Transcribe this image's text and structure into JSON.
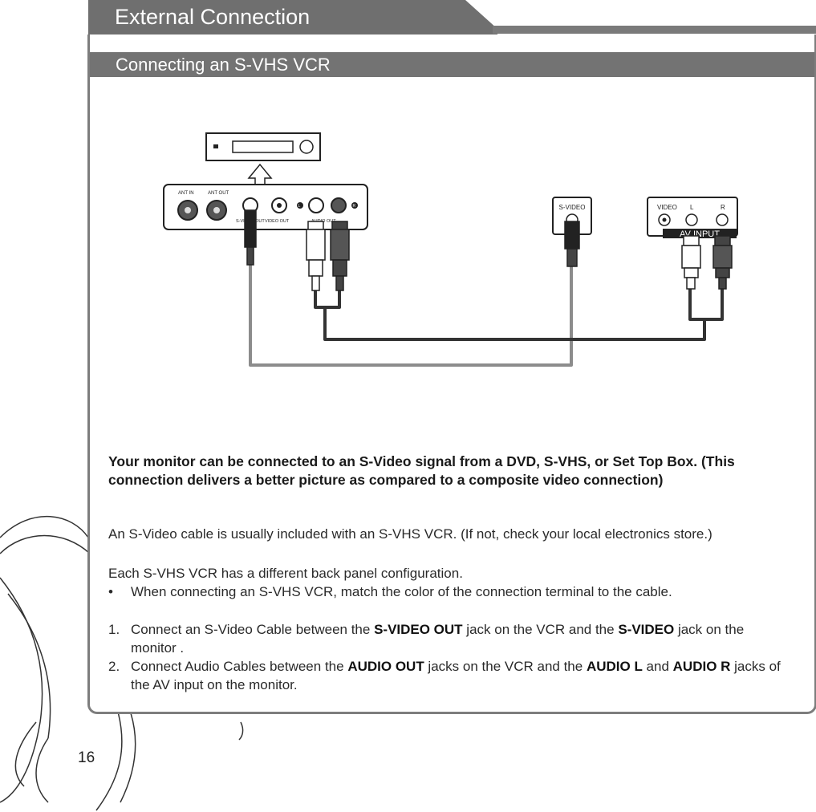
{
  "header": {
    "title": "External Connection"
  },
  "subheader": {
    "title": "Connecting an S-VHS VCR"
  },
  "diagram": {
    "vcr_panel": {
      "ant_in": "ANT IN",
      "ant_out": "ANT OUT",
      "svideo_out": "S-VIDEO OUT",
      "video_out": "VIDEO OUT",
      "audio_out": "AUDIO OUT",
      "l": "L",
      "r": "R"
    },
    "monitor_svideo": "S-VIDEO",
    "monitor_av": {
      "video": "VIDEO",
      "l": "L",
      "r": "R",
      "title": "AV INPUT"
    }
  },
  "lead": "Your monitor can be connected to an S-Video signal from a DVD, S-VHS, or Set Top Box. (This connection delivers a better picture as compared to a composite video connection)",
  "para1": "An S-Video cable is usually included with an S-VHS VCR. (If not, check your local electronics store.)",
  "para2": "Each S-VHS VCR has a different back panel configuration.",
  "bullet": {
    "marker": "•",
    "text": "When connecting an S-VHS VCR, match the color of the connection terminal to the cable."
  },
  "steps": [
    {
      "num": "1.",
      "t1": "Connect an S-Video Cable between the ",
      "b1": "S-VIDEO OUT",
      "t2": " jack on the VCR and the ",
      "b2": "S-VIDEO",
      "t3": " jack on the monitor ."
    },
    {
      "num": "2.",
      "t1": "Connect Audio Cables between the ",
      "b1": "AUDIO OUT",
      "t2": " jacks on the VCR and the ",
      "b2": "AUDIO L",
      "t3": " and ",
      "b3": "AUDIO R",
      "t4": " jacks of the AV input on the monitor."
    }
  ],
  "page_number": "16"
}
